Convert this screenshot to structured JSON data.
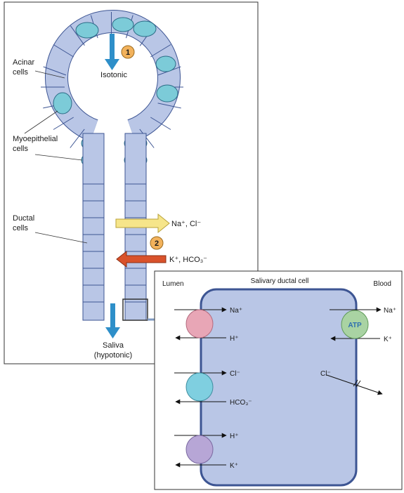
{
  "left_panel": {
    "step1": "1",
    "step2": "2",
    "isotonic": "Isotonic",
    "acinar_l1": "Acinar",
    "acinar_l2": "cells",
    "myo_l1": "Myoepithelial",
    "myo_l2": "cells",
    "ductal_l1": "Ductal",
    "ductal_l2": "cells",
    "na_cl": "Na⁺, Cl⁻",
    "k_hco3": "K⁺, HCO₃⁻",
    "saliva_l1": "Saliva",
    "saliva_l2": "(hypotonic)"
  },
  "right_panel": {
    "lumen": "Lumen",
    "cell_title": "Salivary ductal cell",
    "blood": "Blood",
    "t1_in": "Na⁺",
    "t1_out": "H⁺",
    "t2_in": "Cl⁻",
    "t2_out": "HCO₃⁻",
    "t3_in": "H⁺",
    "t3_out": "K⁺",
    "atp": "ATP",
    "pump_out": "Na⁺",
    "pump_in": "K⁺",
    "cl_blood": "Cl⁻"
  },
  "colors": {
    "cell_fill": "#b9c6e6",
    "cell_stroke": "#3d5593",
    "myo_fill": "#7ccbd8",
    "step_badge": "#f2b25c",
    "flow_arrow": "#2e8fc9",
    "na_arrow": "#f6e58a",
    "k_arrow": "#d9522b",
    "exchanger_1": "#e8a6b6",
    "exchanger_2": "#7fcfe0",
    "exchanger_3": "#b7a6d6",
    "atpase": "#a9d3a3"
  }
}
